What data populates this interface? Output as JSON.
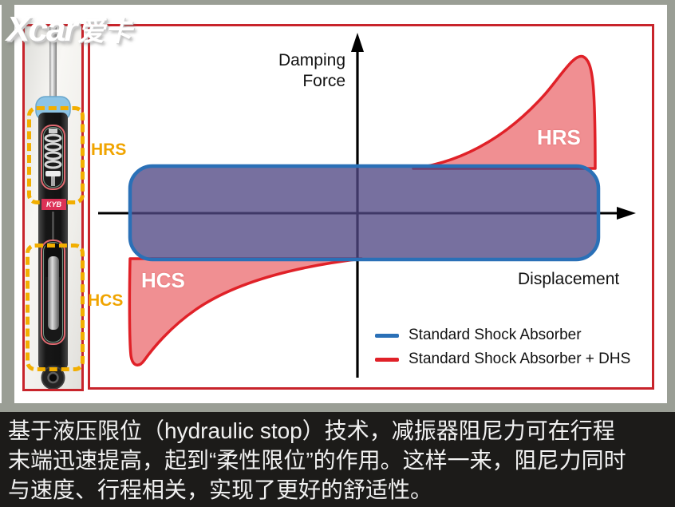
{
  "logo": {
    "brand": "Xcar",
    "brand_cjk": "爱卡"
  },
  "shock_photo": {
    "hrs_label": "HRS",
    "hcs_label": "HCS",
    "brand_badge": "KYB"
  },
  "chart": {
    "y_axis_label_line1": "Damping",
    "y_axis_label_line2": "Force",
    "x_axis_label": "Displacement",
    "hrs_region_label": "HRS",
    "hcs_region_label": "HCS",
    "legend": [
      {
        "label": "Standard Shock Absorber",
        "color": "#2a70b7"
      },
      {
        "label": "Standard Shock Absorber + DHS",
        "color": "#e02128"
      }
    ],
    "colors": {
      "loop_fill": "#77709f",
      "loop_stroke": "#2a70b7",
      "dhs_stroke": "#e02128",
      "dhs_fill": "#f08f92",
      "border_red": "#c8242b",
      "label_yellow": "#f0a400",
      "axis": "#000000"
    }
  },
  "chart_data": {
    "type": "line",
    "title": "",
    "xlabel": "Displacement",
    "ylabel": "Damping Force",
    "axes_numeric": false,
    "grid": false,
    "legend_position": "inside bottom-right",
    "annotations": [
      "HRS (top-right spike region)",
      "HCS (bottom-left spike region)"
    ],
    "series": [
      {
        "name": "Standard Shock Absorber",
        "color": "#2a70b7",
        "description": "closed hysteresis loop drawn as rounded rectangle, displacement -0.85..0.85 (normalized), damping force -0.25..0.25",
        "loop_points_normalized": [
          [
            -0.85,
            0.25
          ],
          [
            0.85,
            0.25
          ],
          [
            0.85,
            -0.25
          ],
          [
            -0.85,
            -0.25
          ]
        ]
      },
      {
        "name": "Standard Shock Absorber + DHS",
        "color": "#e02128",
        "description": "same loop but damping force spikes sharply at stroke ends: up to +0.85 near max displacement (HRS) and down to -0.82 near min displacement (HCS)",
        "spike_points_normalized": [
          [
            0.55,
            0.25
          ],
          [
            0.78,
            0.85
          ],
          [
            0.83,
            0.25
          ],
          [
            -0.45,
            -0.25
          ],
          [
            -0.8,
            -0.82
          ],
          [
            -0.85,
            -0.25
          ]
        ]
      }
    ]
  },
  "caption": {
    "lines": [
      "基于液压限位（hydraulic stop）技术，减振器阻尼力可在行程",
      "末端迅速提高，起到“柔性限位”的作用。这样一来，阻尼力同时",
      "与速度、行程相关，实现了更好的舒适性。"
    ]
  }
}
